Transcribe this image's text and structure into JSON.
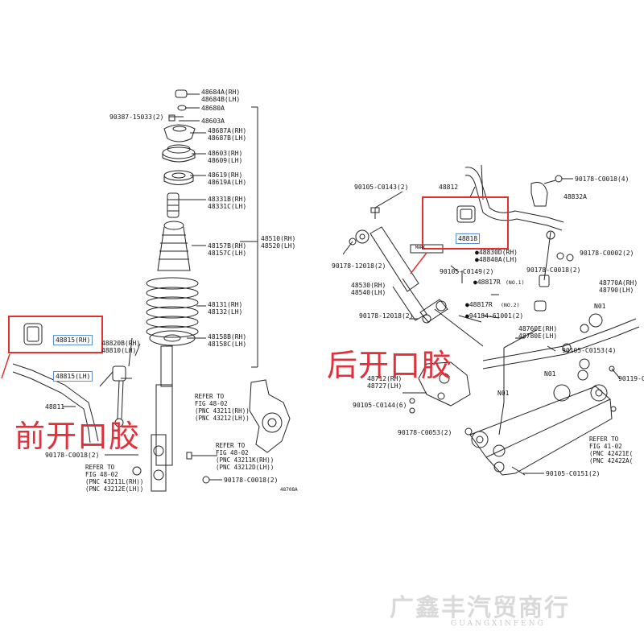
{
  "front": {
    "labels": [
      "48684A(RH)\n48684B(LH)",
      "48680A",
      "90387-15033(2)",
      "48603A",
      "48687A(RH)\n48687B(LH)",
      "48603(RH)\n48609(LH)",
      "48619(RH)\n48619A(LH)",
      "48331B(RH)\n48331C(LH)",
      "48157B(RH)\n48157C(LH)",
      "48510(RH)\n48520(LH)",
      "48131(RH)\n48132(LH)",
      "48158B(RH)\n48158C(LH)",
      "48820B(RH)\n48810(LH)",
      "48811",
      "90178-C0018(2)",
      "90178-C0018(2)",
      "48708A"
    ],
    "part_rh": "48815(RH)",
    "part_lh": "48815(LH)",
    "refs": [
      "REFER TO\nFIG 48-02\n(PNC 43211(RH))\n(PNC 43212(LH))",
      "REFER TO\nFIG 48-02\n(PNC 43211K(RH))\n(PNC 43212D(LH))",
      "REFER TO\nFIG 48-02\n(PNC 43211L(RH))\n(PNC 43212E(LH))"
    ],
    "annotation": "前开口胶"
  },
  "rear": {
    "labels": [
      "90105-C0143(2)",
      "48812",
      "90178-C0018(4)",
      "48832A",
      "●48830D(RH)\n●48840A(LH)",
      "90178-C0002(2)",
      "90178-12018(2)",
      "90105-C0149(2)",
      "90178-C0018(2)",
      "48530(RH)\n48540(LH)",
      "●48817R",
      "(NO.1)",
      "48770A(RH)\n48790(LH)",
      "●48817R",
      "(NO.2)",
      "90178-12018(2)",
      "●94184-61001(2)",
      "N01",
      "48760E(RH)\n48780E(LH)",
      "90105-C0153(4)",
      "48712(RH)\n48727(LH)",
      "N01",
      "N01",
      "90119-C",
      "90105-C0144(6)",
      "90178-C0053(2)",
      "REFER TO\nFIG 41-02\n(PNC 42421E(\n(PNC 42422A(",
      "90105-C0151(2)",
      "MARK"
    ],
    "part_main": "48818",
    "annotation": "后开口胶"
  },
  "watermark": {
    "name": "广鑫丰汽贸商行",
    "pinyin": "GUANGXINFENG"
  },
  "colors": {
    "annotation_red": "#e0303a",
    "box_red": "#e03030",
    "box_blue": "#5b8fd6",
    "line": "#222222"
  }
}
